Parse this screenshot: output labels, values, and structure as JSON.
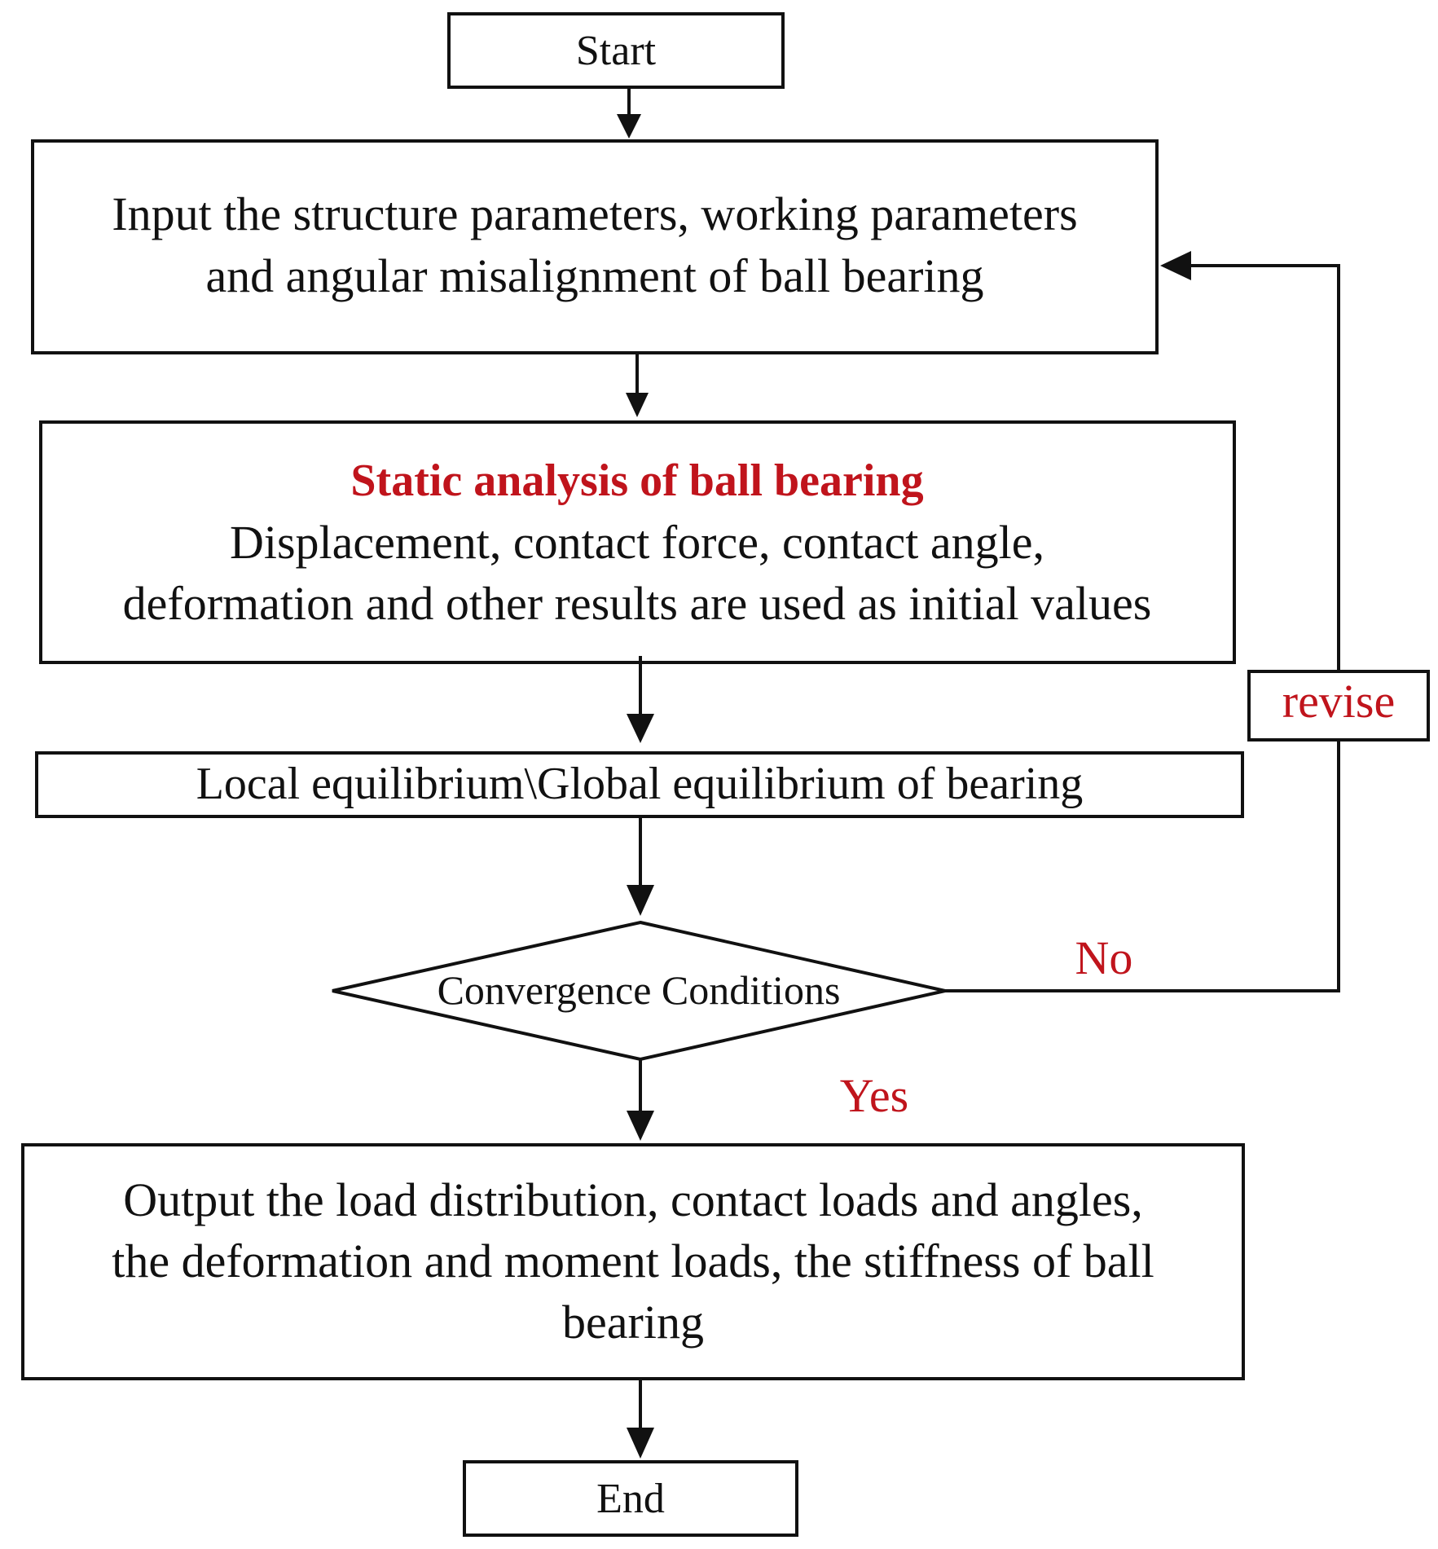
{
  "flowchart": {
    "start": "Start",
    "input": {
      "line1": "Input the structure parameters, working parameters",
      "line2": "and angular misalignment of ball bearing"
    },
    "static_analysis": {
      "title": "Static analysis of ball bearing",
      "line1": "Displacement, contact force, contact angle,",
      "line2": "deformation and other results are used as initial values"
    },
    "equilibrium": "Local equilibrium\\Global equilibrium of bearing",
    "decision": "Convergence Conditions",
    "no_label": "No",
    "yes_label": "Yes",
    "revise_label": "revise",
    "output": {
      "line1": "Output the load distribution, contact loads and angles,",
      "line2": "the deformation and moment loads, the stiffness of ball",
      "line3": "bearing"
    },
    "end": "End"
  },
  "colors": {
    "stroke": "#111111",
    "accent_red": "#c0141c",
    "background": "#ffffff"
  }
}
